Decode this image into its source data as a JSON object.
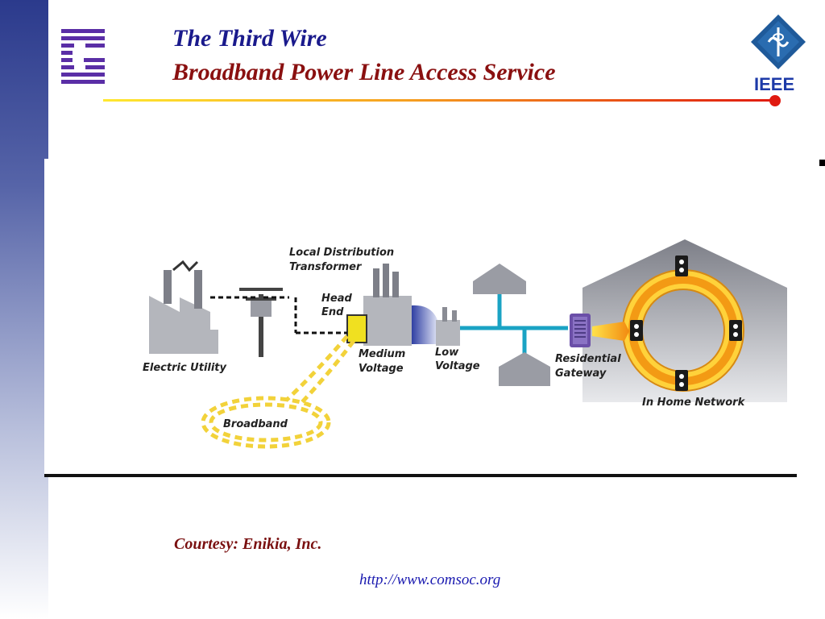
{
  "header": {
    "title": "The Third Wire",
    "subtitle": "Broadband Power Line Access Service",
    "ieee_label": "IEEE"
  },
  "diagram": {
    "labels": {
      "local_distribution_transformer_line1": "Local Distribution",
      "local_distribution_transformer_line2": "Transformer",
      "head_end_line1": "Head",
      "head_end_line2": "End",
      "electric_utility": "Electric Utility",
      "medium_voltage_line1": "Medium",
      "medium_voltage_line2": "Voltage",
      "low_voltage_line1": "Low",
      "low_voltage_line2": "Voltage",
      "residential_gateway_line1": "Residential",
      "residential_gateway_line2": "Gateway",
      "in_home_network": "In Home Network",
      "broadband": "Broadband"
    },
    "colors": {
      "building": "#b4b6bc",
      "house": "#8a8c94",
      "low_voltage_line": "#1aa3c4",
      "broadband_dash": "#f2d23a",
      "home_ring": "#f7a21b",
      "head_end": "#f0e020",
      "gateway": "#6b4fa8"
    }
  },
  "footer": {
    "courtesy": "Courtesy: Enikia, Inc.",
    "url": "http://www.comsoc.org"
  }
}
